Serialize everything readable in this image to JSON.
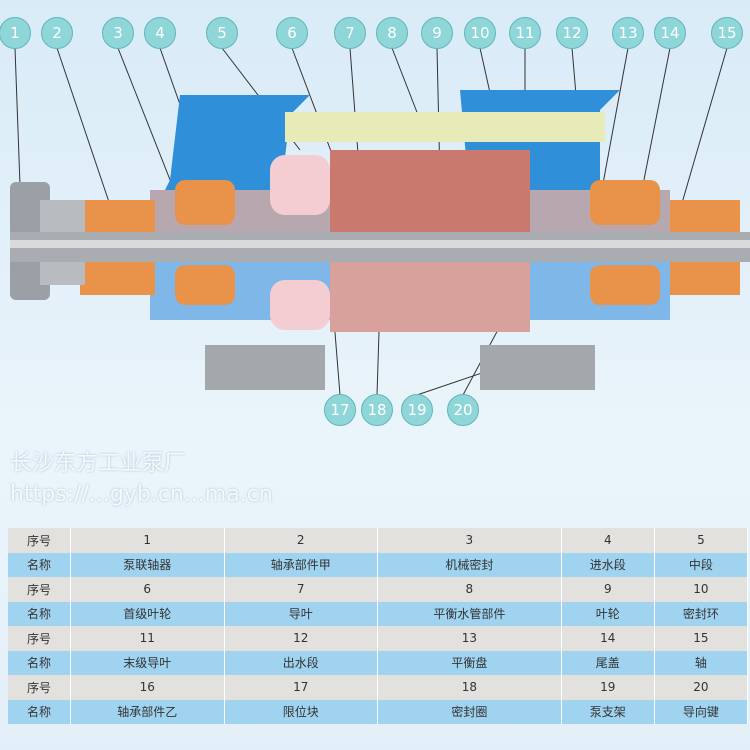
{
  "callouts_top": [
    "1",
    "2",
    "3",
    "4",
    "5",
    "6",
    "7",
    "8",
    "9",
    "10",
    "11",
    "12",
    "13",
    "14",
    "15"
  ],
  "callouts_bottom": [
    "17",
    "18",
    "19",
    "20"
  ],
  "table": {
    "num_label": "序号",
    "name_label": "名称",
    "rows": [
      {
        "nums": [
          "1",
          "2",
          "3",
          "4",
          "5"
        ],
        "names": [
          "泵联轴器",
          "轴承部件甲",
          "机械密封",
          "进水段",
          "中段"
        ]
      },
      {
        "nums": [
          "6",
          "7",
          "8",
          "9",
          "10"
        ],
        "names": [
          "首级叶轮",
          "导叶",
          "平衡水管部件",
          "叶轮",
          "密封环"
        ]
      },
      {
        "nums": [
          "11",
          "12",
          "13",
          "14",
          "15"
        ],
        "names": [
          "末级导叶",
          "出水段",
          "平衡盘",
          "尾盖",
          "轴"
        ]
      },
      {
        "nums": [
          "16",
          "17",
          "18",
          "19",
          "20"
        ],
        "names": [
          "轴承部件乙",
          "限位块",
          "密封圈",
          "泵支架",
          "导向键"
        ]
      }
    ]
  },
  "watermark": {
    "line1": "长沙东方工业泵厂",
    "line2": "https://...gyb.cn...ma.cn"
  }
}
